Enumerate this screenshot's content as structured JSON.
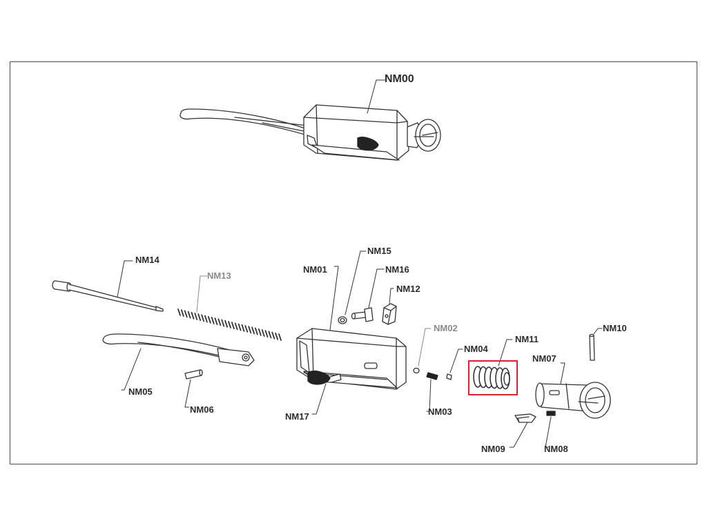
{
  "labels": {
    "nm00": "NM00",
    "nm01": "NM01",
    "nm02": "NM02",
    "nm03": "NM03",
    "nm04": "NM04",
    "nm05": "NM05",
    "nm06": "NM06",
    "nm07": "NM07",
    "nm08": "NM08",
    "nm09": "NM09",
    "nm10": "NM10",
    "nm11": "NM11",
    "nm12": "NM12",
    "nm13": "NM13",
    "nm14": "NM14",
    "nm15": "NM15",
    "nm16": "NM16",
    "nm17": "NM17"
  },
  "colors": {
    "line": "#333333",
    "part_fill": "#ffffff",
    "dark_fill": "#222222",
    "highlight": "#d9232e",
    "muted_label": "#8a8a8a"
  },
  "highlighted_part": "NM11"
}
